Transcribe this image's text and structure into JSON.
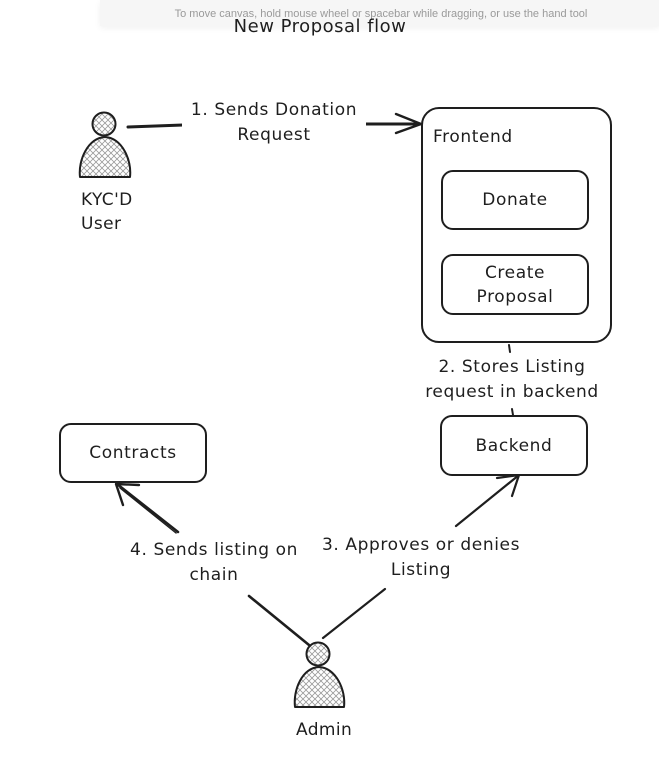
{
  "canvas_hint": "To move canvas, hold mouse wheel or spacebar while dragging, or use the hand tool",
  "title": "New Proposal flow",
  "actors": {
    "user": {
      "line1": "KYC'D",
      "line2": "User"
    },
    "admin": {
      "label": "Admin"
    }
  },
  "frontend": {
    "label": "Frontend",
    "donate": "Donate",
    "create_line1": "Create",
    "create_line2": "Proposal"
  },
  "backend": {
    "label": "Backend"
  },
  "contracts": {
    "label": "Contracts"
  },
  "steps": {
    "s1_line1": "1. Sends Donation",
    "s1_line2": "Request",
    "s2_line1": "2. Stores Listing",
    "s2_line2": "request in backend",
    "s3_line1": "3. Approves or denies",
    "s3_line2": "Listing",
    "s4_line1": "4. Sends listing on",
    "s4_line2": "chain"
  },
  "colors": {
    "stroke": "#1e1e1e",
    "background": "#ffffff",
    "hint_text": "#9a9a9a"
  }
}
